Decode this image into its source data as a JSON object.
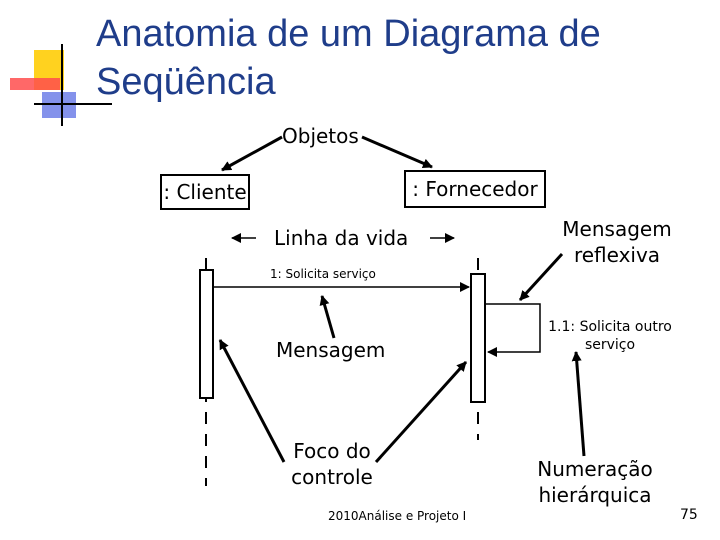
{
  "slide": {
    "title": "Anatomia de um Diagrama de Seqüência",
    "objetos_label": "Objetos",
    "cliente_label": ": Cliente",
    "fornecedor_label": ": Fornecedor",
    "linha_vida_label": "Linha da vida",
    "msg1_label": "1: Solicita serviço",
    "mensagem_label": "Mensagem",
    "msg_reflexiva_label": "Mensagem reflexiva",
    "msg2_label": "1.1: Solicita outro serviço",
    "foco_label": "Foco do controle",
    "numeracao_label": "Numeração hierárquica",
    "footer_label": "2010Análise e Projeto I",
    "page_number": "75"
  },
  "colors": {
    "title": "#1f3d8a",
    "deco_yellow": "#ffd21f",
    "deco_red": "#ff4d4d",
    "deco_blue": "#6f7fe8"
  }
}
